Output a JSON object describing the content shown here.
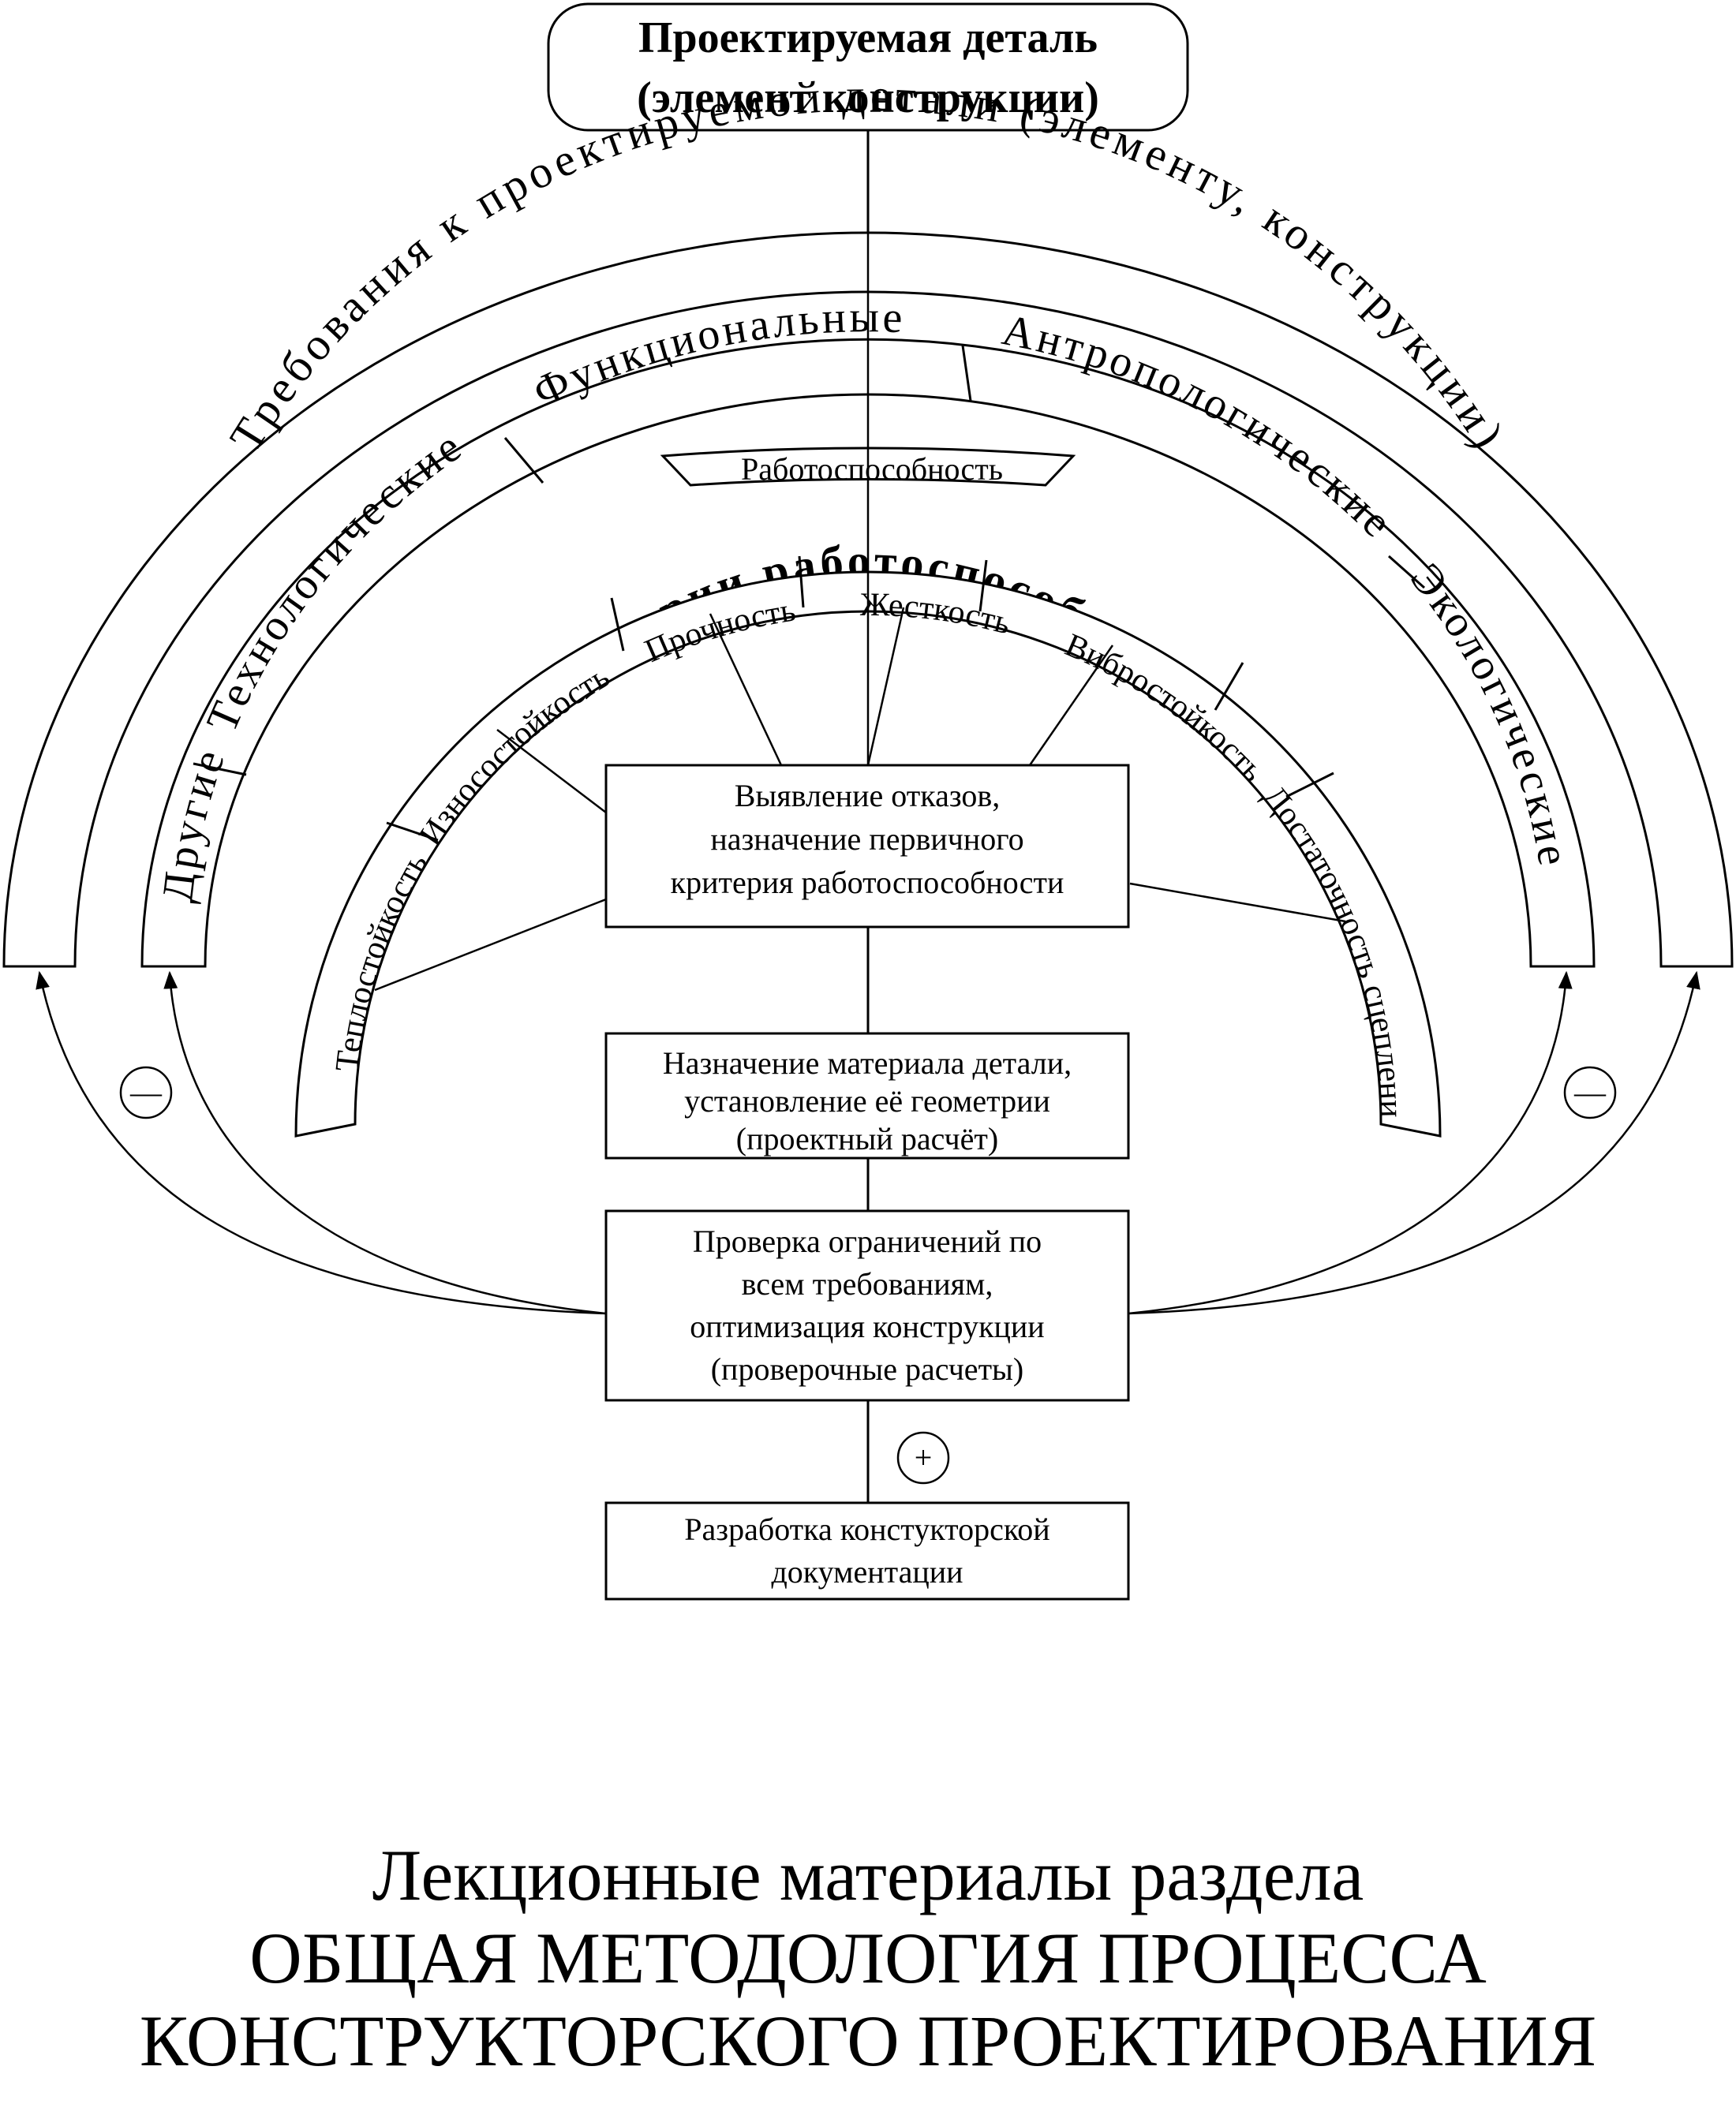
{
  "top_box": {
    "line1": "Проектируемая деталь",
    "line2": "(элемент конструкции)"
  },
  "arcs": {
    "requirements": "Требования к проектируемой детали (элементу, конструкции)",
    "categories": [
      "Другие",
      "Технологические",
      "Функциональные",
      "Антропологические",
      "Экологические"
    ],
    "workability": "Работоспособность",
    "criteria_title": "Критерии работоспособности",
    "criteria": [
      "Теплостойкость",
      "Износостойкость",
      "Прочность",
      "Жесткость",
      "Вибростойкость",
      "Достаточность сцепления"
    ]
  },
  "steps": {
    "failures": [
      "Выявление отказов,",
      "назначение первичного",
      "критерия работоспособности"
    ],
    "material": [
      "Назначение материала детали,",
      "установление её геометрии",
      "(проектный расчёт)"
    ],
    "check": [
      "Проверка ограничений по",
      "всем требованиям,",
      "оптимизация конструкции",
      "(проверочные расчеты)"
    ],
    "docs": [
      "Разработка констукторской",
      "документации"
    ]
  },
  "feedback": {
    "negative_sign": "—",
    "positive_sign": "+"
  },
  "caption": {
    "line1": "Лекционные материалы раздела",
    "line2": "ОБЩАЯ МЕТОДОЛОГИЯ ПРОЦЕССА",
    "line3": "КОНСТРУКТОРСКОГО ПРОЕКТИРОВАНИЯ"
  }
}
